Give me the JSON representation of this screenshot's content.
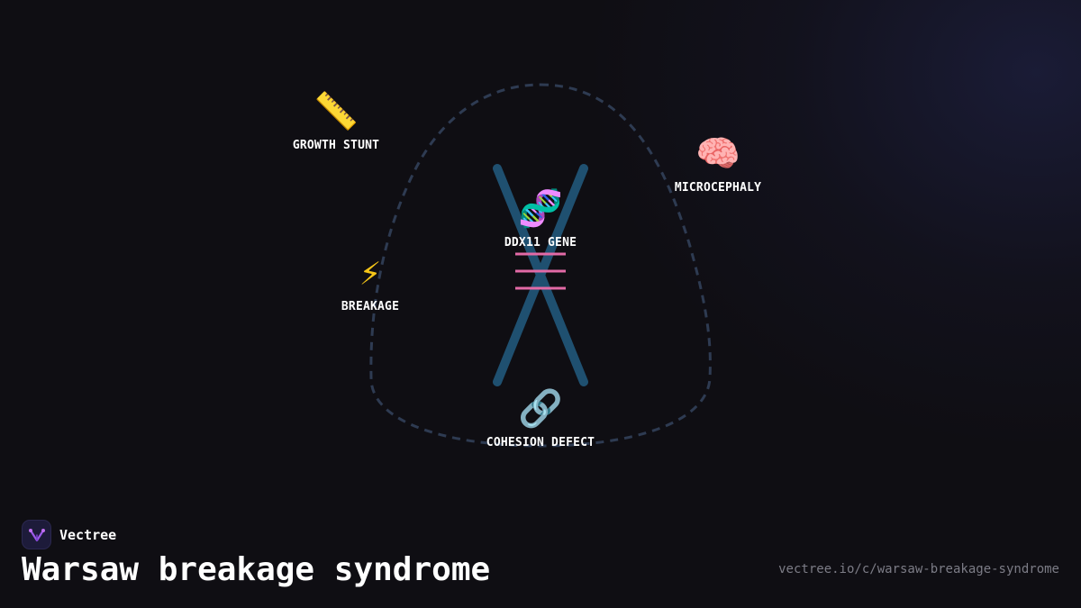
{
  "brand": {
    "name": "Vectree",
    "logo_icon": "vectree-logo-icon"
  },
  "title": "Warsaw breakage syndrome",
  "url": "vectree.io/c/warsaw-breakage-syndrome",
  "colors": {
    "background": "#0f0e13",
    "chromosome": "#1f5070",
    "gene_band": "#e26aa6",
    "dashed_outline": "#2e3b52",
    "url_text": "#7c7c86"
  },
  "diagram": {
    "center": {
      "label": "DDX11 GENE",
      "icon": "dna-icon"
    },
    "nodes": [
      {
        "id": "growth-stunt",
        "label": "GROWTH STUNT",
        "icon": "ruler-icon"
      },
      {
        "id": "microcephaly",
        "label": "MICROCEPHALY",
        "icon": "brain-icon"
      },
      {
        "id": "breakage",
        "label": "BREAKAGE",
        "icon": "lightning-icon"
      },
      {
        "id": "cohesion-defect",
        "label": "COHESION DEFECT",
        "icon": "link-icon"
      }
    ]
  }
}
